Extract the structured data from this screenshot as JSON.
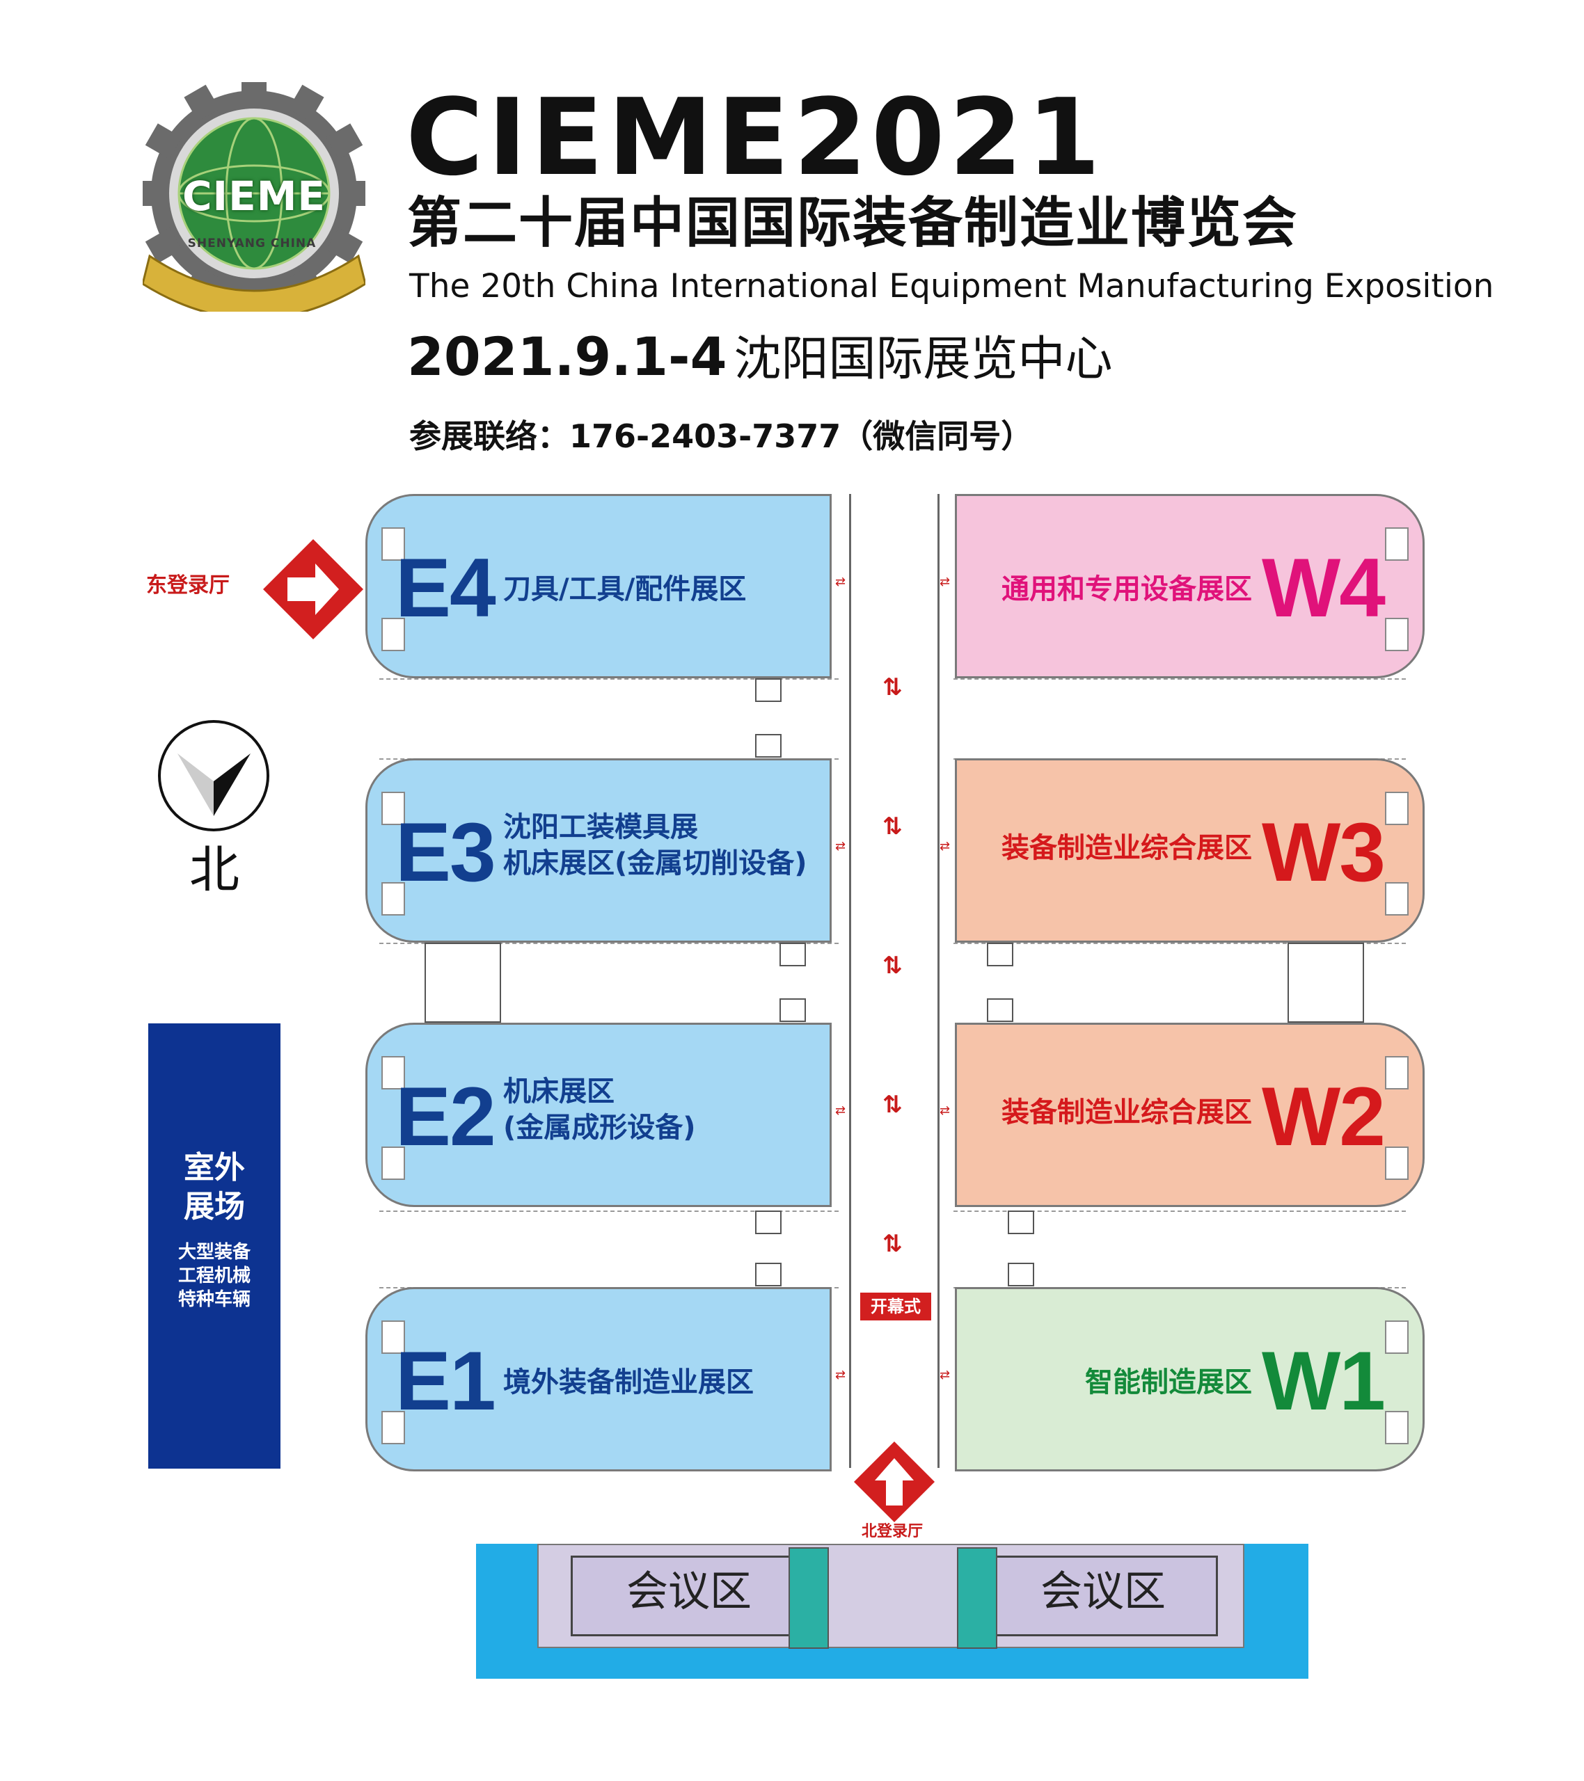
{
  "header": {
    "logo_text": "CIEME",
    "logo_subtitle": "SHENYANG CHINA",
    "title": "CIEME2021",
    "title_cn": "第二十届中国国际装备制造业博览会",
    "title_en": "The 20th China International Equipment Manufacturing Exposition",
    "date": "2021.9.1-4",
    "venue": "沈阳国际展览中心",
    "contact": "参展联络：176-2403-7377（微信同号）"
  },
  "map": {
    "east_entrance": "东登录厅",
    "north_entrance": "北登录厅",
    "compass_label": "北",
    "opening_ceremony": "开幕式",
    "outdoor": {
      "title_line1": "室外",
      "title_line2": "展场",
      "items": [
        "大型装备",
        "工程机械",
        "特种车辆"
      ]
    },
    "halls": {
      "E4": {
        "code": "E4",
        "label_line1": "刀具/工具/配件展区",
        "label_line2": "",
        "fill": "#a5d8f4"
      },
      "E3": {
        "code": "E3",
        "label_line1": "沈阳工装模具展",
        "label_line2": "机床展区(金属切削设备)",
        "fill": "#a5d8f4"
      },
      "E2": {
        "code": "E2",
        "label_line1": "机床展区",
        "label_line2": "(金属成形设备)",
        "fill": "#a5d8f4"
      },
      "E1": {
        "code": "E1",
        "label_line1": "境外装备制造业展区",
        "label_line2": "",
        "fill": "#a5d8f4"
      },
      "W4": {
        "code": "W4",
        "label": "通用和专用设备展区",
        "fill": "#f6c4dc",
        "text_color": "#e0127a"
      },
      "W3": {
        "code": "W3",
        "label": "装备制造业综合展区",
        "fill": "#f6c3a9",
        "text_color": "#d5191c"
      },
      "W2": {
        "code": "W2",
        "label": "装备制造业综合展区",
        "fill": "#f6c3a9",
        "text_color": "#d5191c"
      },
      "W1": {
        "code": "W1",
        "label": "智能制造展区",
        "fill": "#d9ecd4",
        "text_color": "#138a3a"
      }
    },
    "conference": {
      "left_label": "会议区",
      "right_label": "会议区"
    }
  },
  "colors": {
    "east_hall": "#a5d8f4",
    "east_text": "#123f8f",
    "accent_red": "#d21f1f",
    "outdoor_blue": "#0d3391",
    "conference_blue": "#22ace6",
    "conference_purple": "#cbc3e0",
    "teal": "#2bb0a4"
  }
}
